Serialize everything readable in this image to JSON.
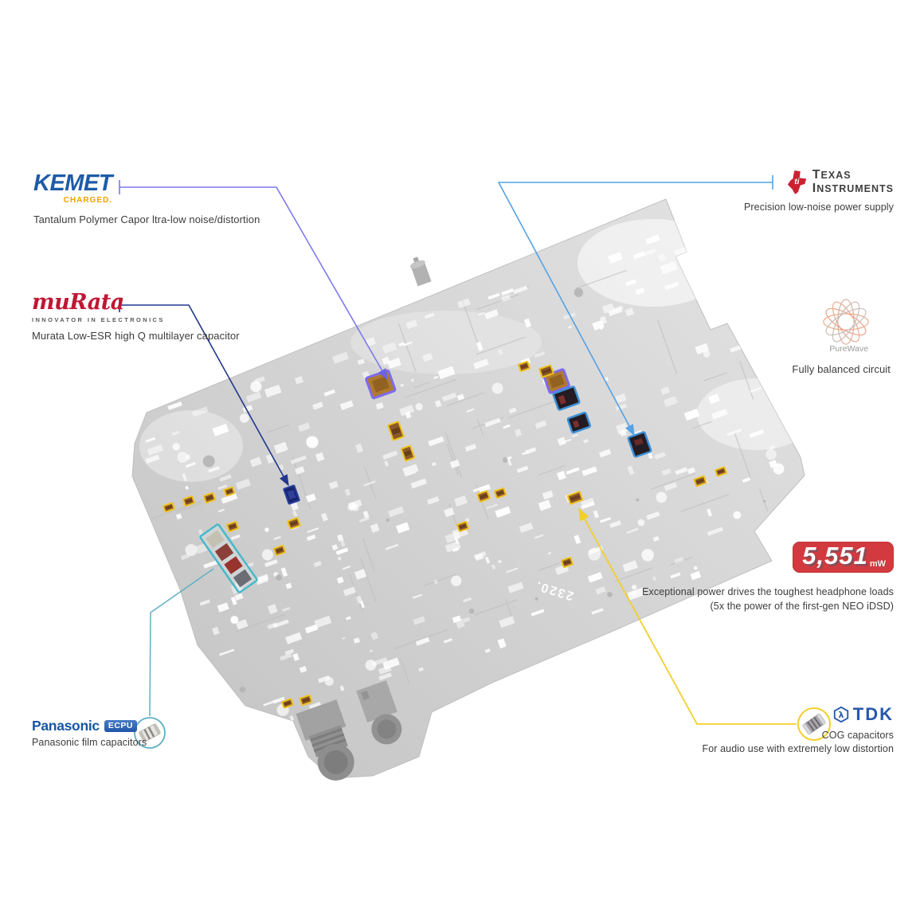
{
  "board": {
    "silkscreen": "2320.",
    "base_color": "#d0d0d0"
  },
  "callouts": {
    "kemet": {
      "brand": "KEMET",
      "tagline": "CHARGED.",
      "caption": "Tantalum Polymer Capor ltra-low noise/distortion",
      "brand_color": "#1e5ba8",
      "tagline_color": "#f5a100",
      "line_color": "#7d79f0"
    },
    "murata": {
      "brand": "muRata",
      "subtitle": "INNOVATOR IN ELECTRONICS",
      "caption": "Murata Low-ESR high Q multilayer capacitor",
      "brand_color": "#c11634",
      "line_color": "#22368f"
    },
    "ti": {
      "brand_line1": "Texas",
      "brand_line2": "Instruments",
      "caption": "Precision low-noise power supply",
      "logo_color": "#cc2131",
      "line_color": "#55a2e4"
    },
    "purewave": {
      "label": "PureWave",
      "caption": "Fully balanced circuit",
      "icon": "spirograph-flower",
      "icon_colors": [
        "#f0a080",
        "#b8b8b8"
      ]
    },
    "power": {
      "value": "5,551",
      "unit": "mW",
      "caption_line1": "Exceptional power drives the toughest headphone loads",
      "caption_line2": "(5x the power of the first-gen NEO iDSD)",
      "badge_color": "#d23a3f"
    },
    "tdk": {
      "brand": "TDK",
      "mark": "hexagon-lambda",
      "label": "COG capacitors",
      "caption": "For audio use with extremely low distortion",
      "brand_color": "#2758ad",
      "line_color": "#f2cf2c"
    },
    "panasonic": {
      "brand": "Panasonic",
      "badge": "ECPU",
      "caption": "Panasonic film capacitors",
      "brand_color": "#1558a7",
      "line_color": "#5fb0c2"
    }
  }
}
